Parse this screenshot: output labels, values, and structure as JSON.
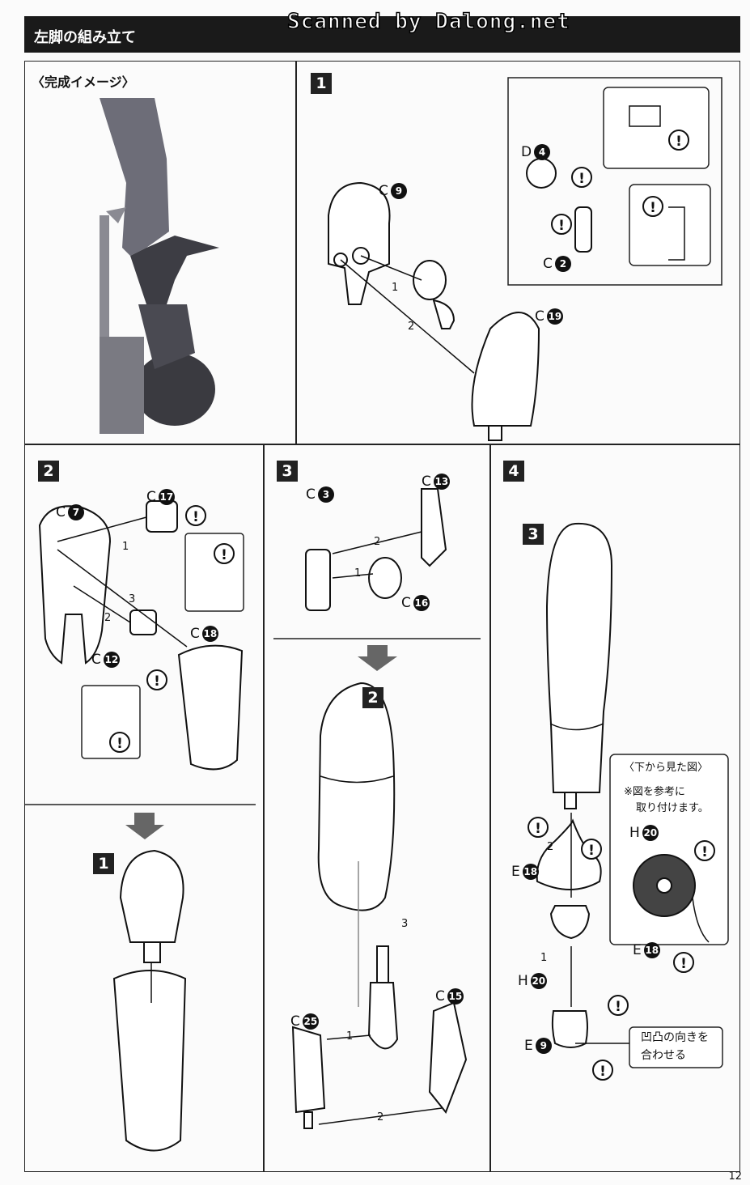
{
  "header": {
    "title": "左脚の組み立て",
    "watermark": "Scanned by Dalong.net"
  },
  "preview": {
    "label": "〈完成イメージ〉"
  },
  "steps": [
    {
      "no": "1",
      "parts": [
        {
          "l": "C",
          "n": "9"
        },
        {
          "l": "D",
          "n": "4"
        },
        {
          "l": "C",
          "n": "2"
        },
        {
          "l": "C",
          "n": "19"
        }
      ],
      "arrows": [
        "1",
        "2"
      ]
    },
    {
      "no": "2",
      "parts": [
        {
          "l": "C",
          "n": "7"
        },
        {
          "l": "C",
          "n": "17"
        },
        {
          "l": "C",
          "n": "12"
        },
        {
          "l": "C",
          "n": "18"
        }
      ],
      "arrows": [
        "1",
        "2",
        "3"
      ],
      "sub": "1"
    },
    {
      "no": "3",
      "parts": [
        {
          "l": "C",
          "n": "3"
        },
        {
          "l": "C",
          "n": "13"
        },
        {
          "l": "C",
          "n": "16"
        },
        {
          "l": "C",
          "n": "25"
        },
        {
          "l": "C",
          "n": "15"
        }
      ],
      "arrows": [
        "1",
        "2",
        "3"
      ],
      "sub": "2",
      "sub_arrows": [
        "1",
        "2"
      ]
    },
    {
      "no": "4",
      "parts": [
        {
          "l": "E",
          "n": "18"
        },
        {
          "l": "H",
          "n": "20"
        },
        {
          "l": "E",
          "n": "9"
        }
      ],
      "arrows": [
        "1",
        "2"
      ],
      "sub": "3",
      "bottom_view": {
        "title": "〈下から見た図〉",
        "note1": "※図を参考に",
        "note2": "取り付けます。",
        "parts": [
          {
            "l": "H",
            "n": "20"
          },
          {
            "l": "E",
            "n": "18"
          }
        ]
      },
      "align_note": {
        "line1": "凹凸の向きを",
        "line2": "合わせる"
      }
    }
  ],
  "warning_symbol": "!",
  "page_number": "12"
}
